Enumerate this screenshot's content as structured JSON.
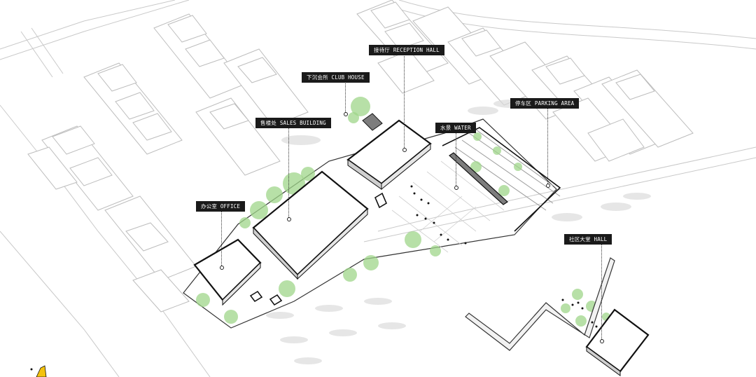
{
  "labels": {
    "reception": "接待厅 RECEPTION HALL",
    "clubhouse": "下沉会所 CLUB HOUSE",
    "sales": "售楼处 SALES BUILDING",
    "water": "水景 WATER",
    "parking": "停车区 PARKING AREA",
    "office": "办公室 OFFICE",
    "hall": "社区大堂 HALL"
  },
  "colors": {
    "tree": "#9fd58a",
    "building_line": "#111111",
    "context_line": "#bbbbbb",
    "label_bg": "#1a1a1a",
    "accent": "#f4c20d"
  }
}
